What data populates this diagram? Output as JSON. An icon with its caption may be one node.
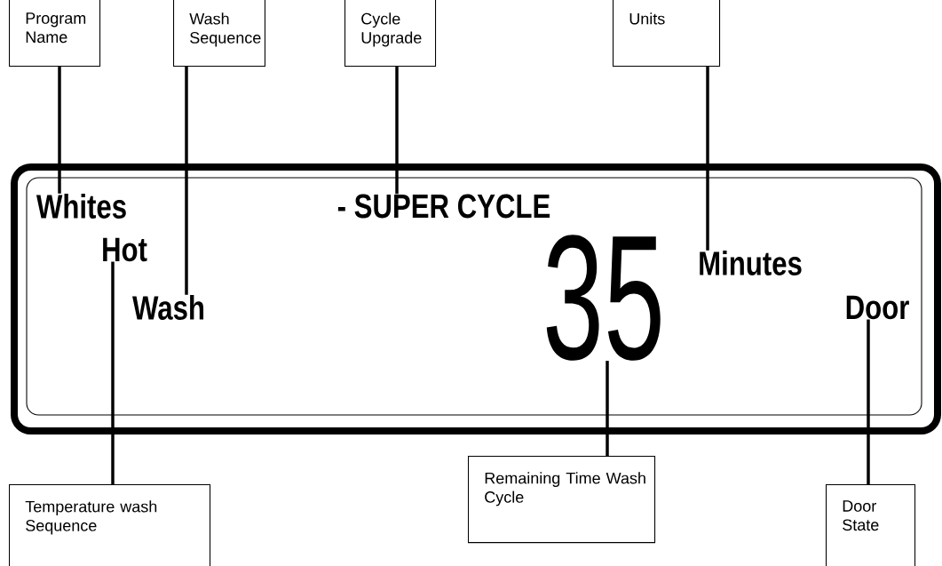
{
  "diagram": {
    "nodes": [
      {
        "text": [
          "Program Name"
        ]
      },
      {
        "text": [
          "Wash Sequence"
        ]
      },
      {
        "text": [
          "Cycle Upgrade"
        ]
      },
      {
        "text": [
          "Units"
        ]
      },
      {
        "text": [],
        "shape": "box"
      },
      {
        "text": [
          "Whites"
        ],
        "in": 4
      },
      {
        "text": [
          "- SUPER CYCLE"
        ],
        "in": 4
      },
      {
        "text": [
          "Hot"
        ],
        "in": 4
      },
      {
        "text": [
          "Minutes"
        ],
        "in": 4
      },
      {
        "text": [
          "Wash"
        ],
        "in": 4
      },
      {
        "text": [
          "35"
        ],
        "in": 4
      },
      {
        "text": [
          "Door"
        ],
        "in": 4
      },
      {
        "text": [
          "Temperature wash Sequence"
        ]
      },
      {
        "text": [
          "Remaining Time Wash Cycle"
        ]
      },
      {
        "text": [
          "Door State"
        ]
      }
    ],
    "edges": [
      {
        "from": 0,
        "to": 5,
        "arrow": "none"
      },
      {
        "from": 1,
        "to": 9,
        "arrow": "none"
      },
      {
        "from": 2,
        "to": 6,
        "arrow": "none"
      },
      {
        "from": 3,
        "to": 8,
        "arrow": "none"
      },
      {
        "from": 12,
        "to": 7,
        "arrow": "none"
      },
      {
        "from": 13,
        "to": 10,
        "arrow": "none"
      },
      {
        "from": 14,
        "to": 11,
        "arrow": "none"
      }
    ]
  }
}
